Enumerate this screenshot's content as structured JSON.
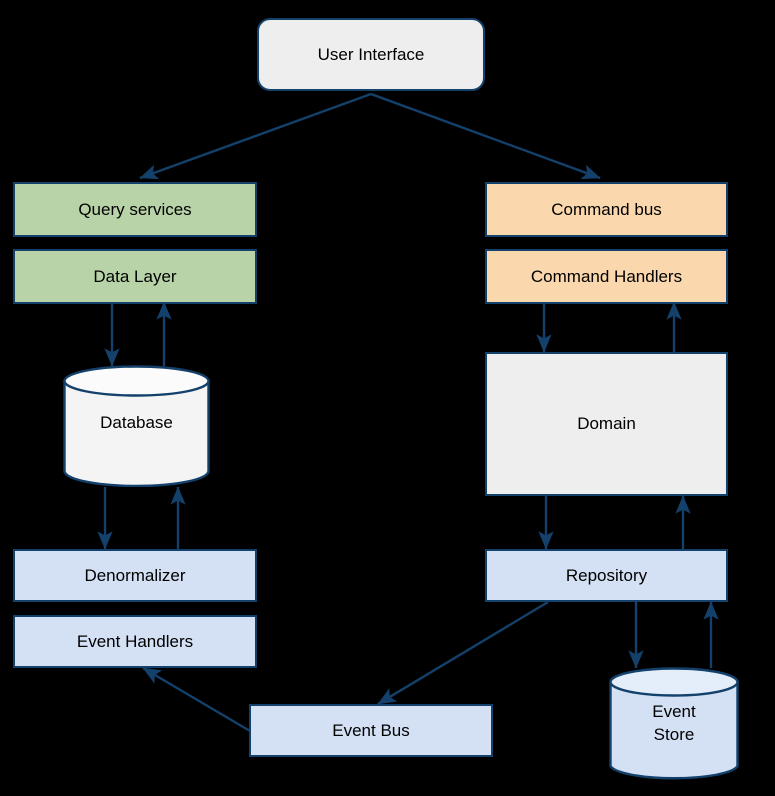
{
  "diagram": {
    "title": "CQRS / Event Sourcing architecture",
    "colors": {
      "stroke": "#13416b",
      "gray": "#eeeeee",
      "green": "#b9d3a8",
      "orange": "#fad7ac",
      "blue": "#d4e1f5",
      "background": "#000000"
    },
    "nodes": {
      "user_interface": "User Interface",
      "query_services": "Query services",
      "data_layer": "Data Layer",
      "database": "Database",
      "denormalizer": "Denormalizer",
      "event_handlers": "Event Handlers",
      "event_bus": "Event Bus",
      "command_bus": "Command bus",
      "command_handlers": "Command Handlers",
      "domain": "Domain",
      "repository": "Repository",
      "event_store_line1": "Event",
      "event_store_line2": "Store"
    },
    "edges": [
      {
        "from": "User Interface",
        "to": "Query services",
        "kind": "diagonal-arrow"
      },
      {
        "from": "User Interface",
        "to": "Command bus",
        "kind": "diagonal-arrow"
      },
      {
        "from": "Data Layer",
        "to": "Database",
        "kind": "arrow-down"
      },
      {
        "from": "Database",
        "to": "Data Layer",
        "kind": "arrow-up"
      },
      {
        "from": "Database",
        "to": "Denormalizer",
        "kind": "arrow-down"
      },
      {
        "from": "Denormalizer",
        "to": "Database",
        "kind": "arrow-up"
      },
      {
        "from": "Event Bus",
        "to": "Event Handlers",
        "kind": "diagonal-arrow"
      },
      {
        "from": "Command Handlers",
        "to": "Domain",
        "kind": "arrow-down"
      },
      {
        "from": "Domain",
        "to": "Command Handlers",
        "kind": "arrow-up"
      },
      {
        "from": "Domain",
        "to": "Repository",
        "kind": "arrow-down"
      },
      {
        "from": "Repository",
        "to": "Domain",
        "kind": "arrow-up"
      },
      {
        "from": "Repository",
        "to": "Event Store",
        "kind": "arrow-down"
      },
      {
        "from": "Event Store",
        "to": "Repository",
        "kind": "arrow-up"
      },
      {
        "from": "Repository",
        "to": "Event Bus",
        "kind": "diagonal-arrow"
      }
    ]
  }
}
